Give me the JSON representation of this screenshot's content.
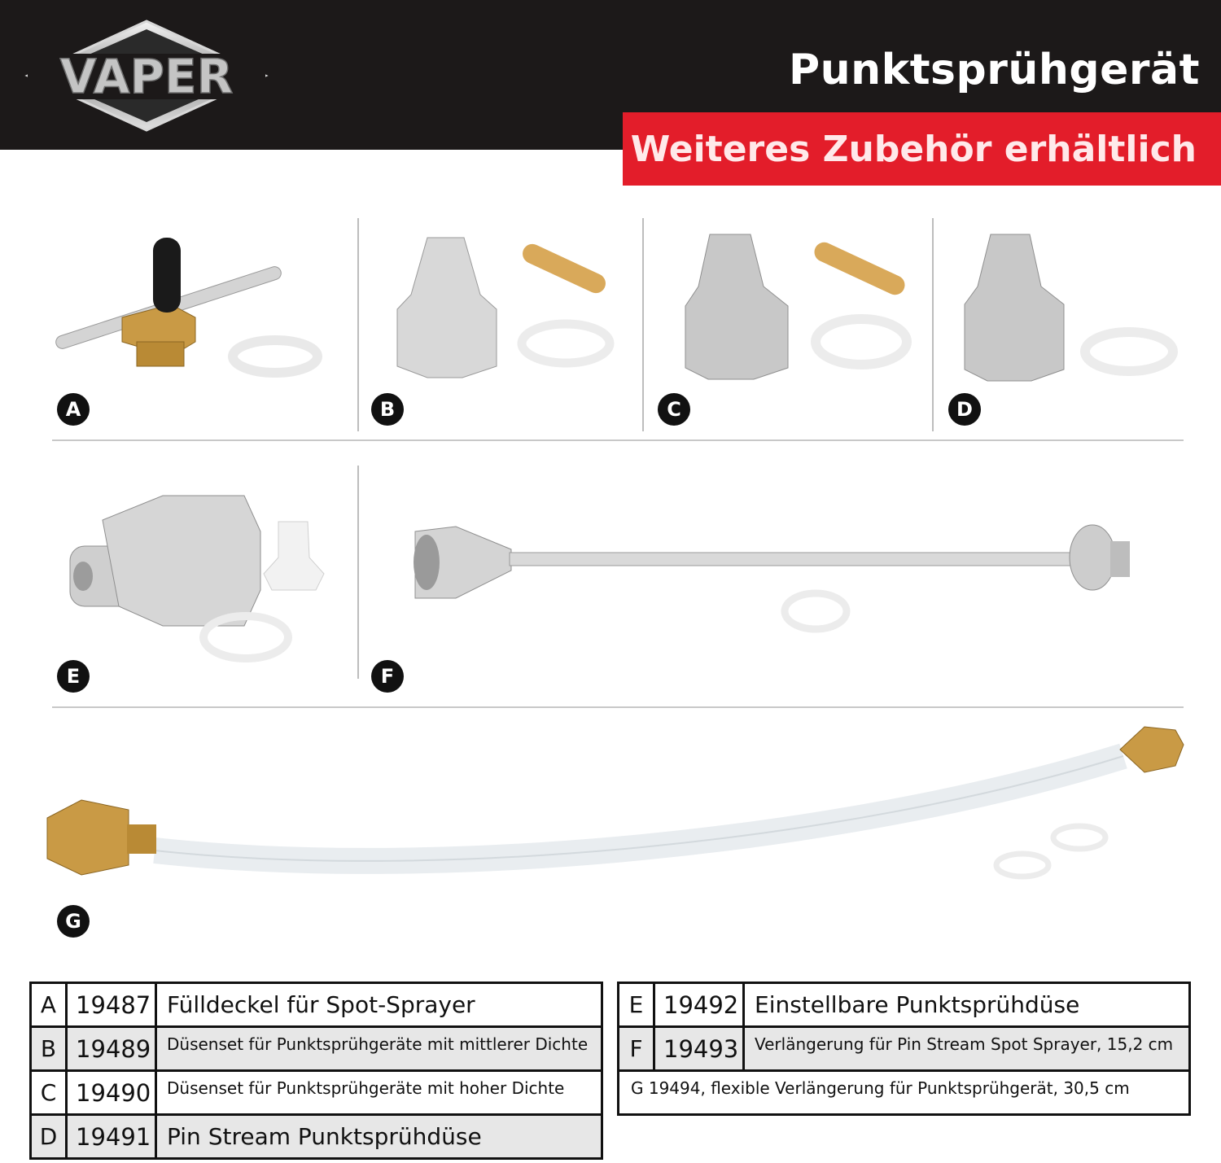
{
  "header": {
    "brand": "VAPER",
    "product_title": "Punktsprühgerät",
    "banner_text": "Weiteres Zubehör erhältlich"
  },
  "colors": {
    "header_bg": "#1c1919",
    "banner_bg": "#e31d2a",
    "badge_bg": "#111111",
    "brass": "#c99a45",
    "chrome": "#c9c9c9"
  },
  "items": [
    {
      "letter": "A",
      "image": "fill-cap-icon"
    },
    {
      "letter": "B",
      "image": "nozzle-set-medium-icon"
    },
    {
      "letter": "C",
      "image": "nozzle-set-high-icon"
    },
    {
      "letter": "D",
      "image": "pin-stream-nozzle-icon"
    },
    {
      "letter": "E",
      "image": "adjustable-nozzle-icon"
    },
    {
      "letter": "F",
      "image": "extension-rod-icon"
    },
    {
      "letter": "G",
      "image": "flexible-hose-icon"
    }
  ],
  "table_left": [
    {
      "letter": "A",
      "number": "19487",
      "description": "Fülldeckel für Spot-Sprayer"
    },
    {
      "letter": "B",
      "number": "19489",
      "description": "Düsenset für Punktsprühgeräte mit mittlerer Dichte"
    },
    {
      "letter": "C",
      "number": "19490",
      "description": "Düsenset für Punktsprühgeräte mit hoher Dichte"
    },
    {
      "letter": "D",
      "number": "19491",
      "description": "Pin Stream Punktsprühdüse"
    }
  ],
  "table_right": [
    {
      "letter": "E",
      "number": "19492",
      "description": "Einstellbare Punktsprühdüse"
    },
    {
      "letter": "F",
      "number": "19493",
      "description": "Verlängerung für Pin Stream Spot Sprayer, 15,2 cm"
    }
  ],
  "table_right_full": "G 19494, flexible Verlängerung für Punktsprühgerät, 30,5 cm"
}
